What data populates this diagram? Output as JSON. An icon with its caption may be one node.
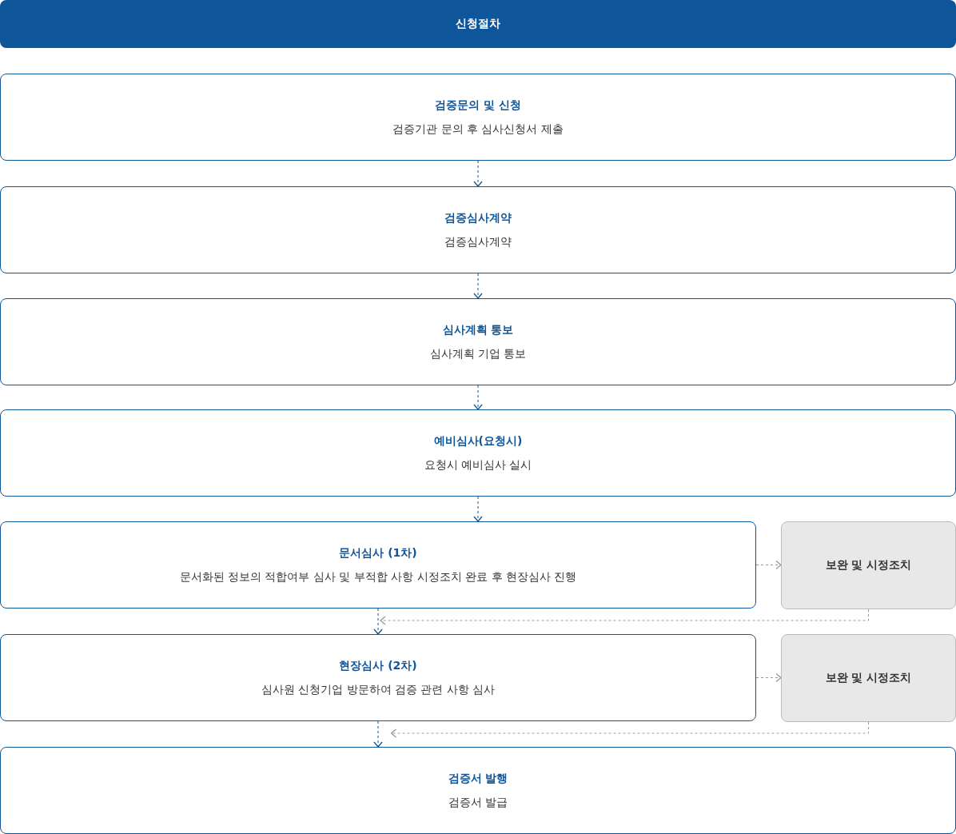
{
  "diagram": {
    "title": "신청절차",
    "nodes": [
      {
        "text": [
          "검증문의 및 신청",
          "검증기관 문의 후 심사신청서 제출"
        ]
      },
      {
        "text": [
          "검증심사계약",
          "검증심사계약"
        ]
      },
      {
        "text": [
          "심사계획 통보",
          "심사계획 기업 통보"
        ]
      },
      {
        "text": [
          "예비심사(요청시)",
          "요청시 예비심사 실시"
        ]
      },
      {
        "text": [
          "문서심사 (1차)",
          "문서화된 정보의 적합여부 심사 및 부적합 사항 시정조치 완료 후 현장심사 진행"
        ]
      },
      {
        "text": [
          "보완 및 시정조치"
        ]
      },
      {
        "text": [
          "현장심사 (2차)",
          "심사원 신청기업 방문하여 검증 관련 사항 심사"
        ]
      },
      {
        "text": [
          "보완 및 시정조치"
        ]
      },
      {
        "text": [
          "검증서 발행",
          "검증서 발급"
        ]
      }
    ],
    "edges": [
      {
        "from": 0,
        "to": 1,
        "arrow": "to",
        "style": "dashed"
      },
      {
        "from": 1,
        "to": 2,
        "arrow": "to",
        "style": "dashed"
      },
      {
        "from": 2,
        "to": 3,
        "arrow": "to",
        "style": "dashed"
      },
      {
        "from": 3,
        "to": 4,
        "arrow": "to",
        "style": "dashed"
      },
      {
        "from": 4,
        "to": 5,
        "arrow": "to",
        "style": "dashed",
        "color": "#999999"
      },
      {
        "from": 5,
        "to": 6,
        "arrow": "to",
        "style": "dashed",
        "color": "#999999"
      },
      {
        "from": 4,
        "to": 6,
        "arrow": "to",
        "style": "dashed"
      },
      {
        "from": 6,
        "to": 7,
        "arrow": "to",
        "style": "dashed",
        "color": "#999999"
      },
      {
        "from": 7,
        "to": 8,
        "arrow": "to",
        "style": "dashed",
        "color": "#999999"
      },
      {
        "from": 6,
        "to": 8,
        "arrow": "to",
        "style": "dashed"
      }
    ]
  }
}
